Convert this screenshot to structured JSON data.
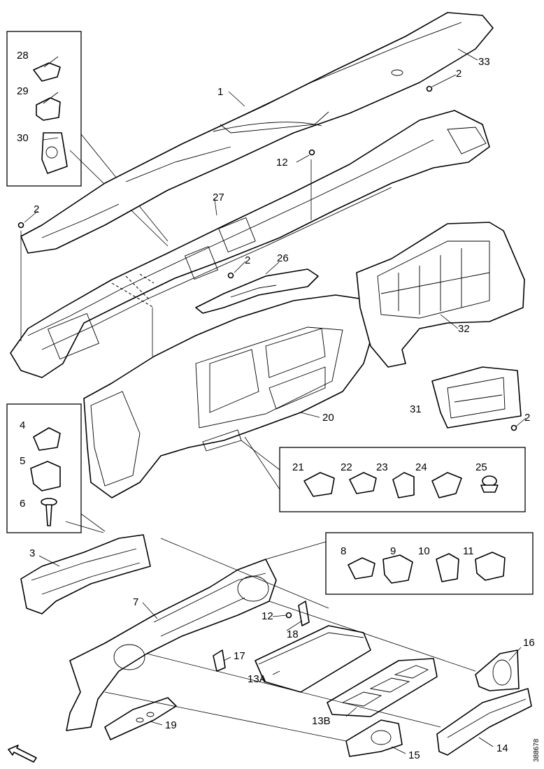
{
  "callouts": {
    "c1": "1",
    "c2a": "2",
    "c2b": "2",
    "c2c": "2",
    "c2d": "2",
    "c3": "3",
    "c4": "4",
    "c5": "5",
    "c6": "6",
    "c7": "7",
    "c8": "8",
    "c9": "9",
    "c10": "10",
    "c11": "11",
    "c12a": "12",
    "c12b": "12",
    "c13a": "13A",
    "c13b": "13B",
    "c14": "14",
    "c15": "15",
    "c16": "16",
    "c17": "17",
    "c18": "18",
    "c19": "19",
    "c20": "20",
    "c21": "21",
    "c22": "22",
    "c23": "23",
    "c24": "24",
    "c25": "25",
    "c26": "26",
    "c27": "27",
    "c28": "28",
    "c29": "29",
    "c30": "30",
    "c31": "31",
    "c32": "32",
    "c33": "33"
  },
  "reference_number": "388678",
  "colors": {
    "line": "#000000",
    "background": "#ffffff"
  },
  "icons": {
    "direction_marker": "arrow-icon"
  }
}
